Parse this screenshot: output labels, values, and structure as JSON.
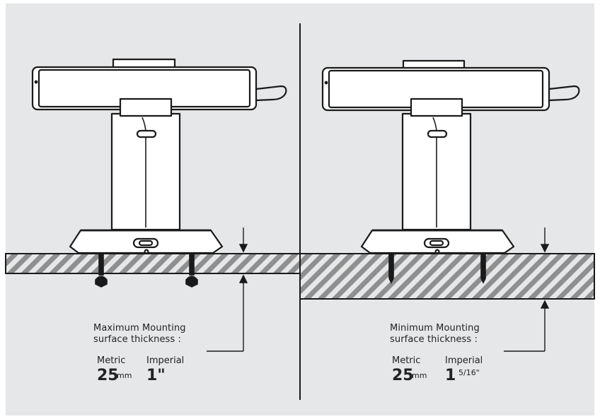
{
  "left_panel": {
    "heading_line1": "Maximum Mounting",
    "heading_line2": "surface thickness :",
    "metric_label": "Metric",
    "imperial_label": "Imperial",
    "metric_value": "25",
    "metric_unit": "mm",
    "imperial_value": "1\""
  },
  "right_panel": {
    "heading_line1": "Minimum Mounting",
    "heading_line2": "surface thickness :",
    "metric_label": "Metric",
    "imperial_label": "Imperial",
    "metric_value": "25",
    "metric_unit": "mm",
    "imperial_value": "1",
    "imperial_fraction": "5/16\""
  },
  "colors": {
    "background": "#e6e7e9",
    "line": "#1a1a1a",
    "device_fill": "#ffffff",
    "hatch": "#8f8f8f"
  }
}
